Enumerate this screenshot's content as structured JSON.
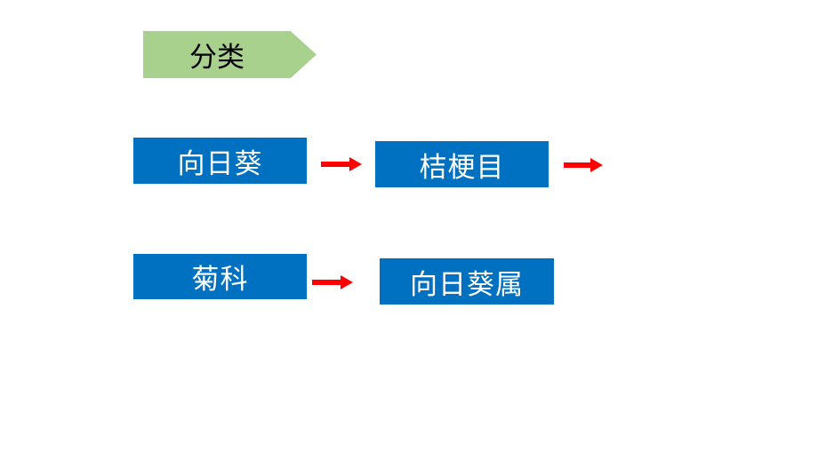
{
  "title": "分类",
  "nodes": {
    "sunflower": "向日葵",
    "order": "桔梗目",
    "family": "菊科",
    "genus": "向日葵属"
  },
  "colors": {
    "title_bg": "#a9d18e",
    "box_bg": "#0070c0",
    "box_text": "#ffffff",
    "arrow": "#ff0000"
  }
}
